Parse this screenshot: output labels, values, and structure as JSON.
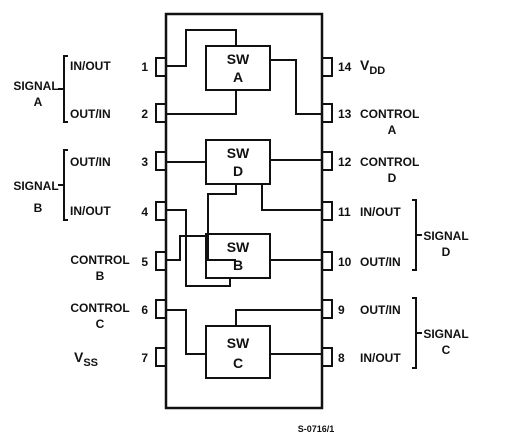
{
  "pins": [
    {
      "number": "1",
      "label": "IN/OUT"
    },
    {
      "number": "2",
      "label": "OUT/IN"
    },
    {
      "number": "3",
      "label": "OUT/IN"
    },
    {
      "number": "4",
      "label": "IN/OUT"
    },
    {
      "number": "5",
      "label_line1": "CONTROL",
      "label_line2": "B"
    },
    {
      "number": "6",
      "label_line1": "CONTROL",
      "label_line2": "C"
    },
    {
      "number": "7",
      "label_main": "V",
      "label_sub": "SS"
    },
    {
      "number": "8",
      "label": "IN/OUT"
    },
    {
      "number": "9",
      "label": "OUT/IN"
    },
    {
      "number": "10",
      "label": "OUT/IN"
    },
    {
      "number": "11",
      "label": "IN/OUT"
    },
    {
      "number": "12",
      "label_line1": "CONTROL",
      "label_line2": "D"
    },
    {
      "number": "13",
      "label_line1": "CONTROL",
      "label_line2": "A"
    },
    {
      "number": "14",
      "label_main": "V",
      "label_sub": "DD"
    }
  ],
  "switches": [
    {
      "line1": "SW",
      "line2": "A"
    },
    {
      "line1": "SW",
      "line2": "D"
    },
    {
      "line1": "SW",
      "line2": "B"
    },
    {
      "line1": "SW",
      "line2": "C"
    }
  ],
  "groups": {
    "signal_a": {
      "line1": "SIGNAL",
      "line2": "A"
    },
    "signal_b": {
      "line1": "SIGNAL",
      "line2": "B"
    },
    "signal_d": {
      "line1": "SIGNAL",
      "line2": "D"
    },
    "signal_c": {
      "line1": "SIGNAL",
      "line2": "C"
    }
  },
  "footer": {
    "code": "S-0716/1"
  }
}
